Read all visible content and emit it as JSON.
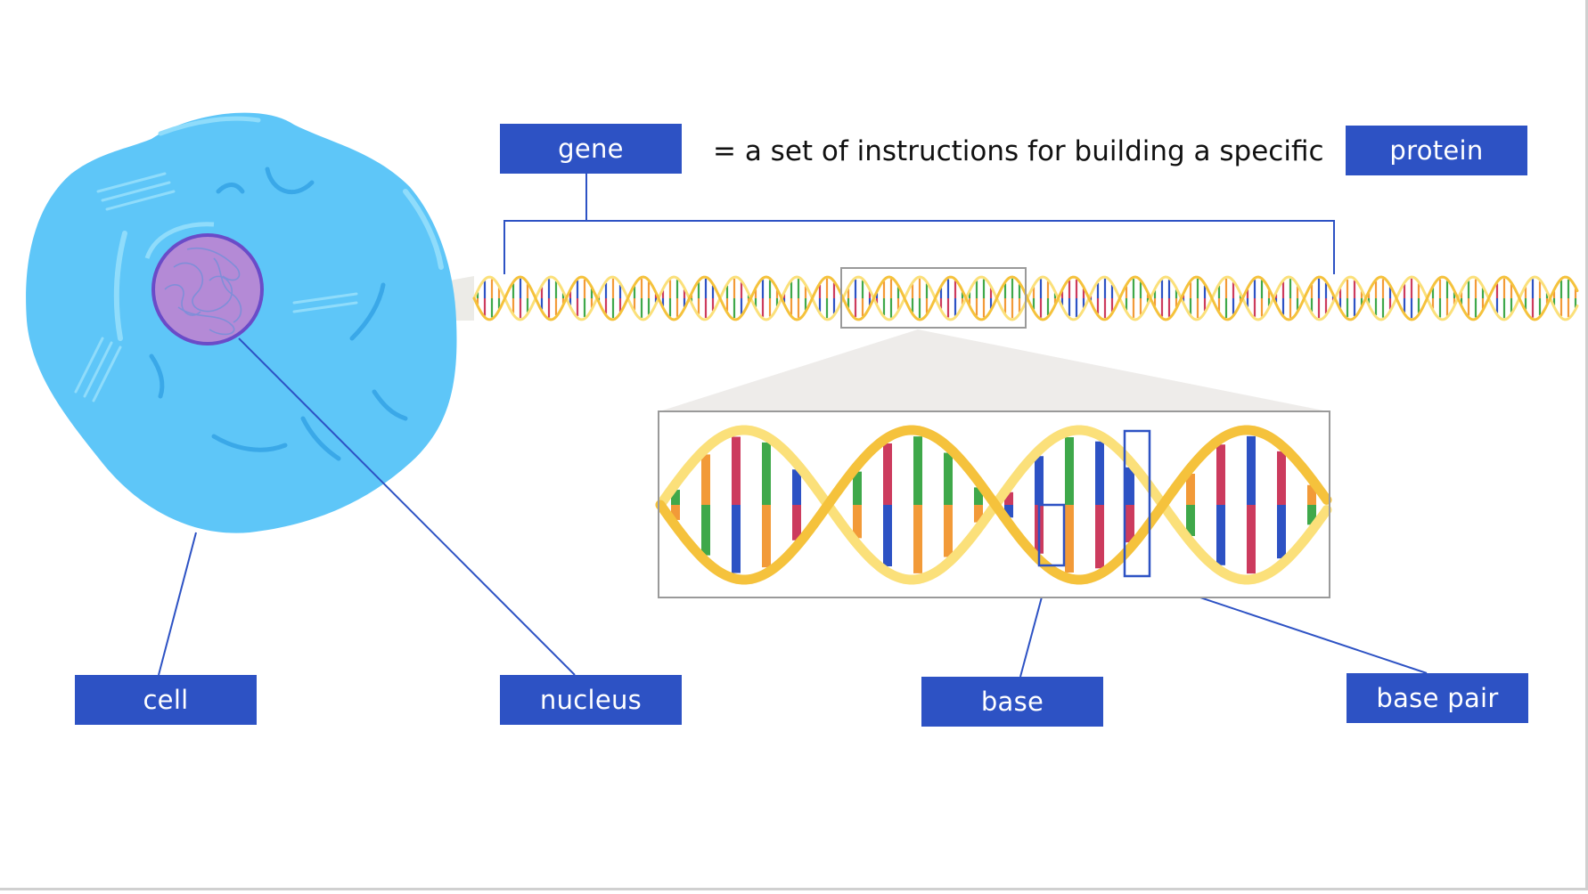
{
  "labels": {
    "gene": "gene",
    "protein": "protein",
    "cell": "cell",
    "nucleus": "nucleus",
    "base": "base",
    "base_pair": "base pair"
  },
  "definition": "= a set of instructions for building a specific",
  "colors": {
    "label_fill": "#2d52c4",
    "label_text": "#ffffff",
    "leader_line": "#2d52c4",
    "cell_body": "#5ec6f8",
    "cell_highlight": "#8fdcfb",
    "cell_detail": "#3aa8e8",
    "nucleus_fill": "#b48ad6",
    "nucleus_outline": "#6a4bc8",
    "backbone": "#f5c23c",
    "backbone_light": "#fbe07a",
    "base_orange": "#f29a38",
    "base_green": "#3fa84a",
    "base_blue": "#2d52c4",
    "base_red": "#cc3b5e",
    "zoom_cone": "#e9e7e3",
    "zoom_frame": "#9a9a9a"
  },
  "icons": {
    "cell": "cell-icon",
    "nucleus": "nucleus-icon",
    "dna_strand": "dna-double-helix-icon",
    "dna_zoom": "dna-closeup-icon"
  }
}
